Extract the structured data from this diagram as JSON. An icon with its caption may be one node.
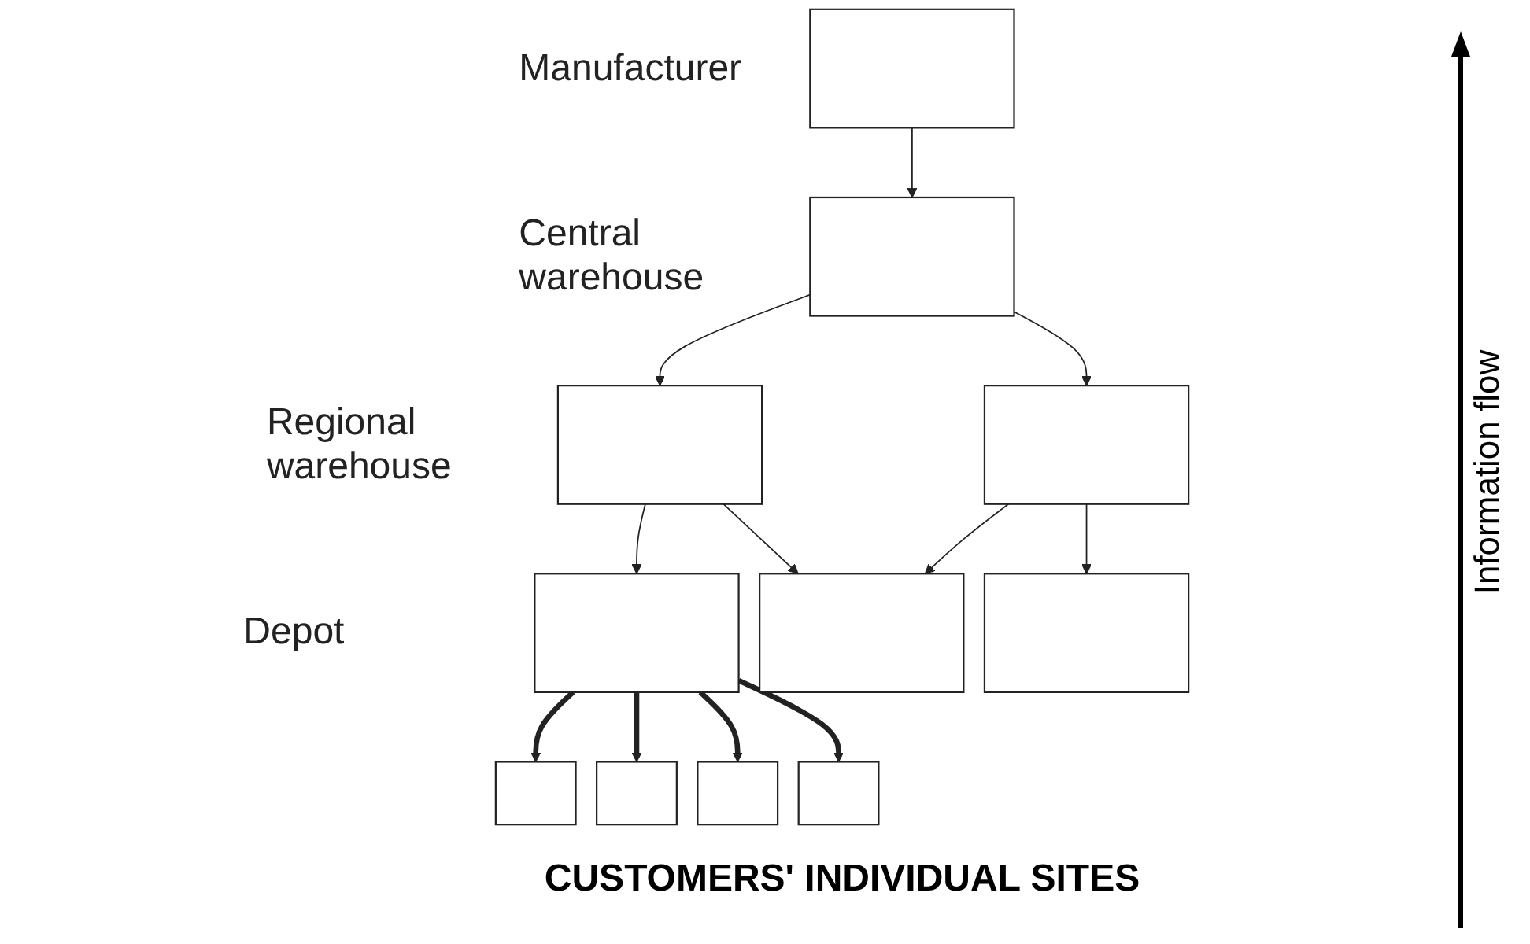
{
  "diagram": {
    "nodes": [
      {
        "text": [],
        "shape": "box"
      },
      {
        "text": [],
        "shape": "box"
      },
      {
        "text": [],
        "shape": "box"
      },
      {
        "text": [],
        "shape": "box"
      },
      {
        "text": [],
        "shape": "box"
      },
      {
        "text": [],
        "shape": "box"
      },
      {
        "text": [],
        "shape": "box"
      },
      {
        "text": [],
        "shape": "box"
      },
      {
        "text": [],
        "shape": "box"
      },
      {
        "text": [],
        "shape": "box"
      },
      {
        "text": [],
        "shape": "box"
      }
    ],
    "edges": [
      {
        "from": 0,
        "to": 1,
        "arrow": "to"
      },
      {
        "from": 1,
        "to": 2,
        "arrow": "to"
      },
      {
        "from": 1,
        "to": 3,
        "arrow": "to"
      },
      {
        "from": 2,
        "to": 4,
        "arrow": "to"
      },
      {
        "from": 2,
        "to": 5,
        "arrow": "to"
      },
      {
        "from": 3,
        "to": 5,
        "arrow": "to"
      },
      {
        "from": 3,
        "to": 6,
        "arrow": "to"
      },
      {
        "from": 4,
        "to": 7,
        "arrow": "to",
        "style": "thick"
      },
      {
        "from": 4,
        "to": 8,
        "arrow": "to",
        "style": "thick"
      },
      {
        "from": 4,
        "to": 9,
        "arrow": "to",
        "style": "thick"
      },
      {
        "from": 4,
        "to": 10,
        "arrow": "to",
        "style": "thick"
      }
    ],
    "labels": [
      "Manufacturer",
      "Central warehouse",
      "Regional warehouse",
      "Depot",
      "CUSTOMERS' INDIVIDUAL SITES",
      "Information flow"
    ]
  }
}
